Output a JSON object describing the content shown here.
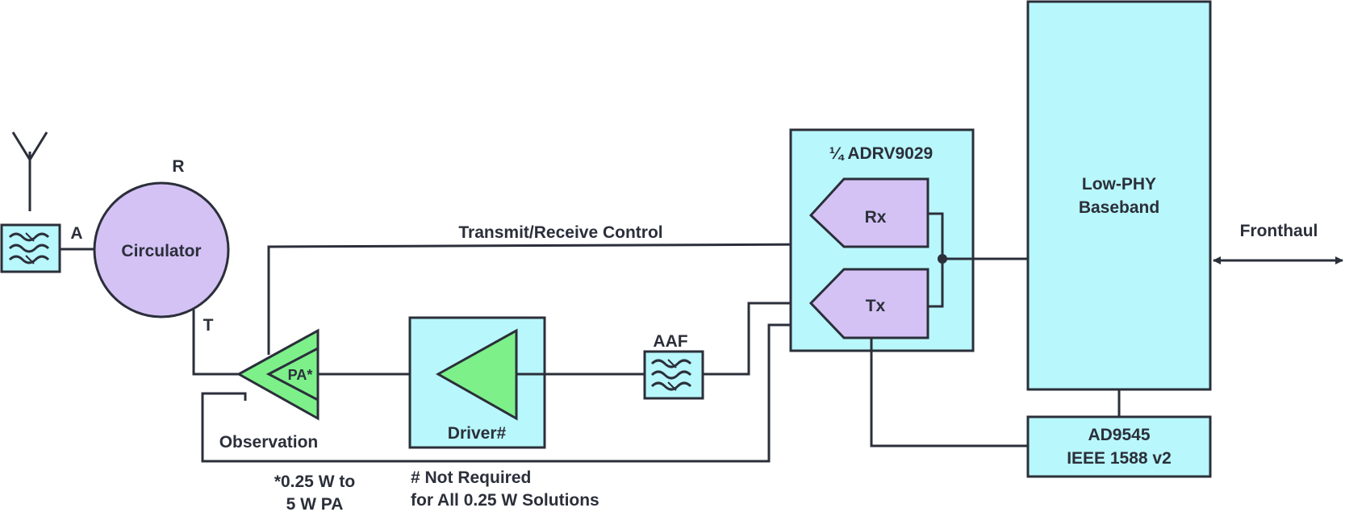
{
  "colors": {
    "cyan_fill": "#b8f7fb",
    "lavender_fill": "#d4c2f5",
    "green_fill": "#7df08a",
    "line": "#2b2f3a"
  },
  "labels": {
    "port_a": "A",
    "port_r": "R",
    "port_t": "T",
    "circulator": "Circulator",
    "transmit_receive_control": "Transmit/Receive Control",
    "pa": "PA*",
    "observation": "Observation",
    "pa_note_line1": "*0.25 W to",
    "pa_note_line2": "5 W PA",
    "driver": "Driver#",
    "driver_note_line1": "# Not Required",
    "driver_note_line2": "for All 0.25 W Solutions",
    "aaf": "AAF",
    "transceiver": "¼ ADRV9029",
    "rx": "Rx",
    "tx": "Tx",
    "baseband_line1": "Low-PHY",
    "baseband_line2": "Baseband",
    "fronthaul": "Fronthaul",
    "clock_line1": "AD9545",
    "clock_line2": "IEEE 1588 v2"
  },
  "icons": [
    "antenna-icon",
    "bandpass-filter-icon",
    "anti-alias-filter-icon",
    "amplifier-icon",
    "bidirectional-arrow-icon"
  ]
}
